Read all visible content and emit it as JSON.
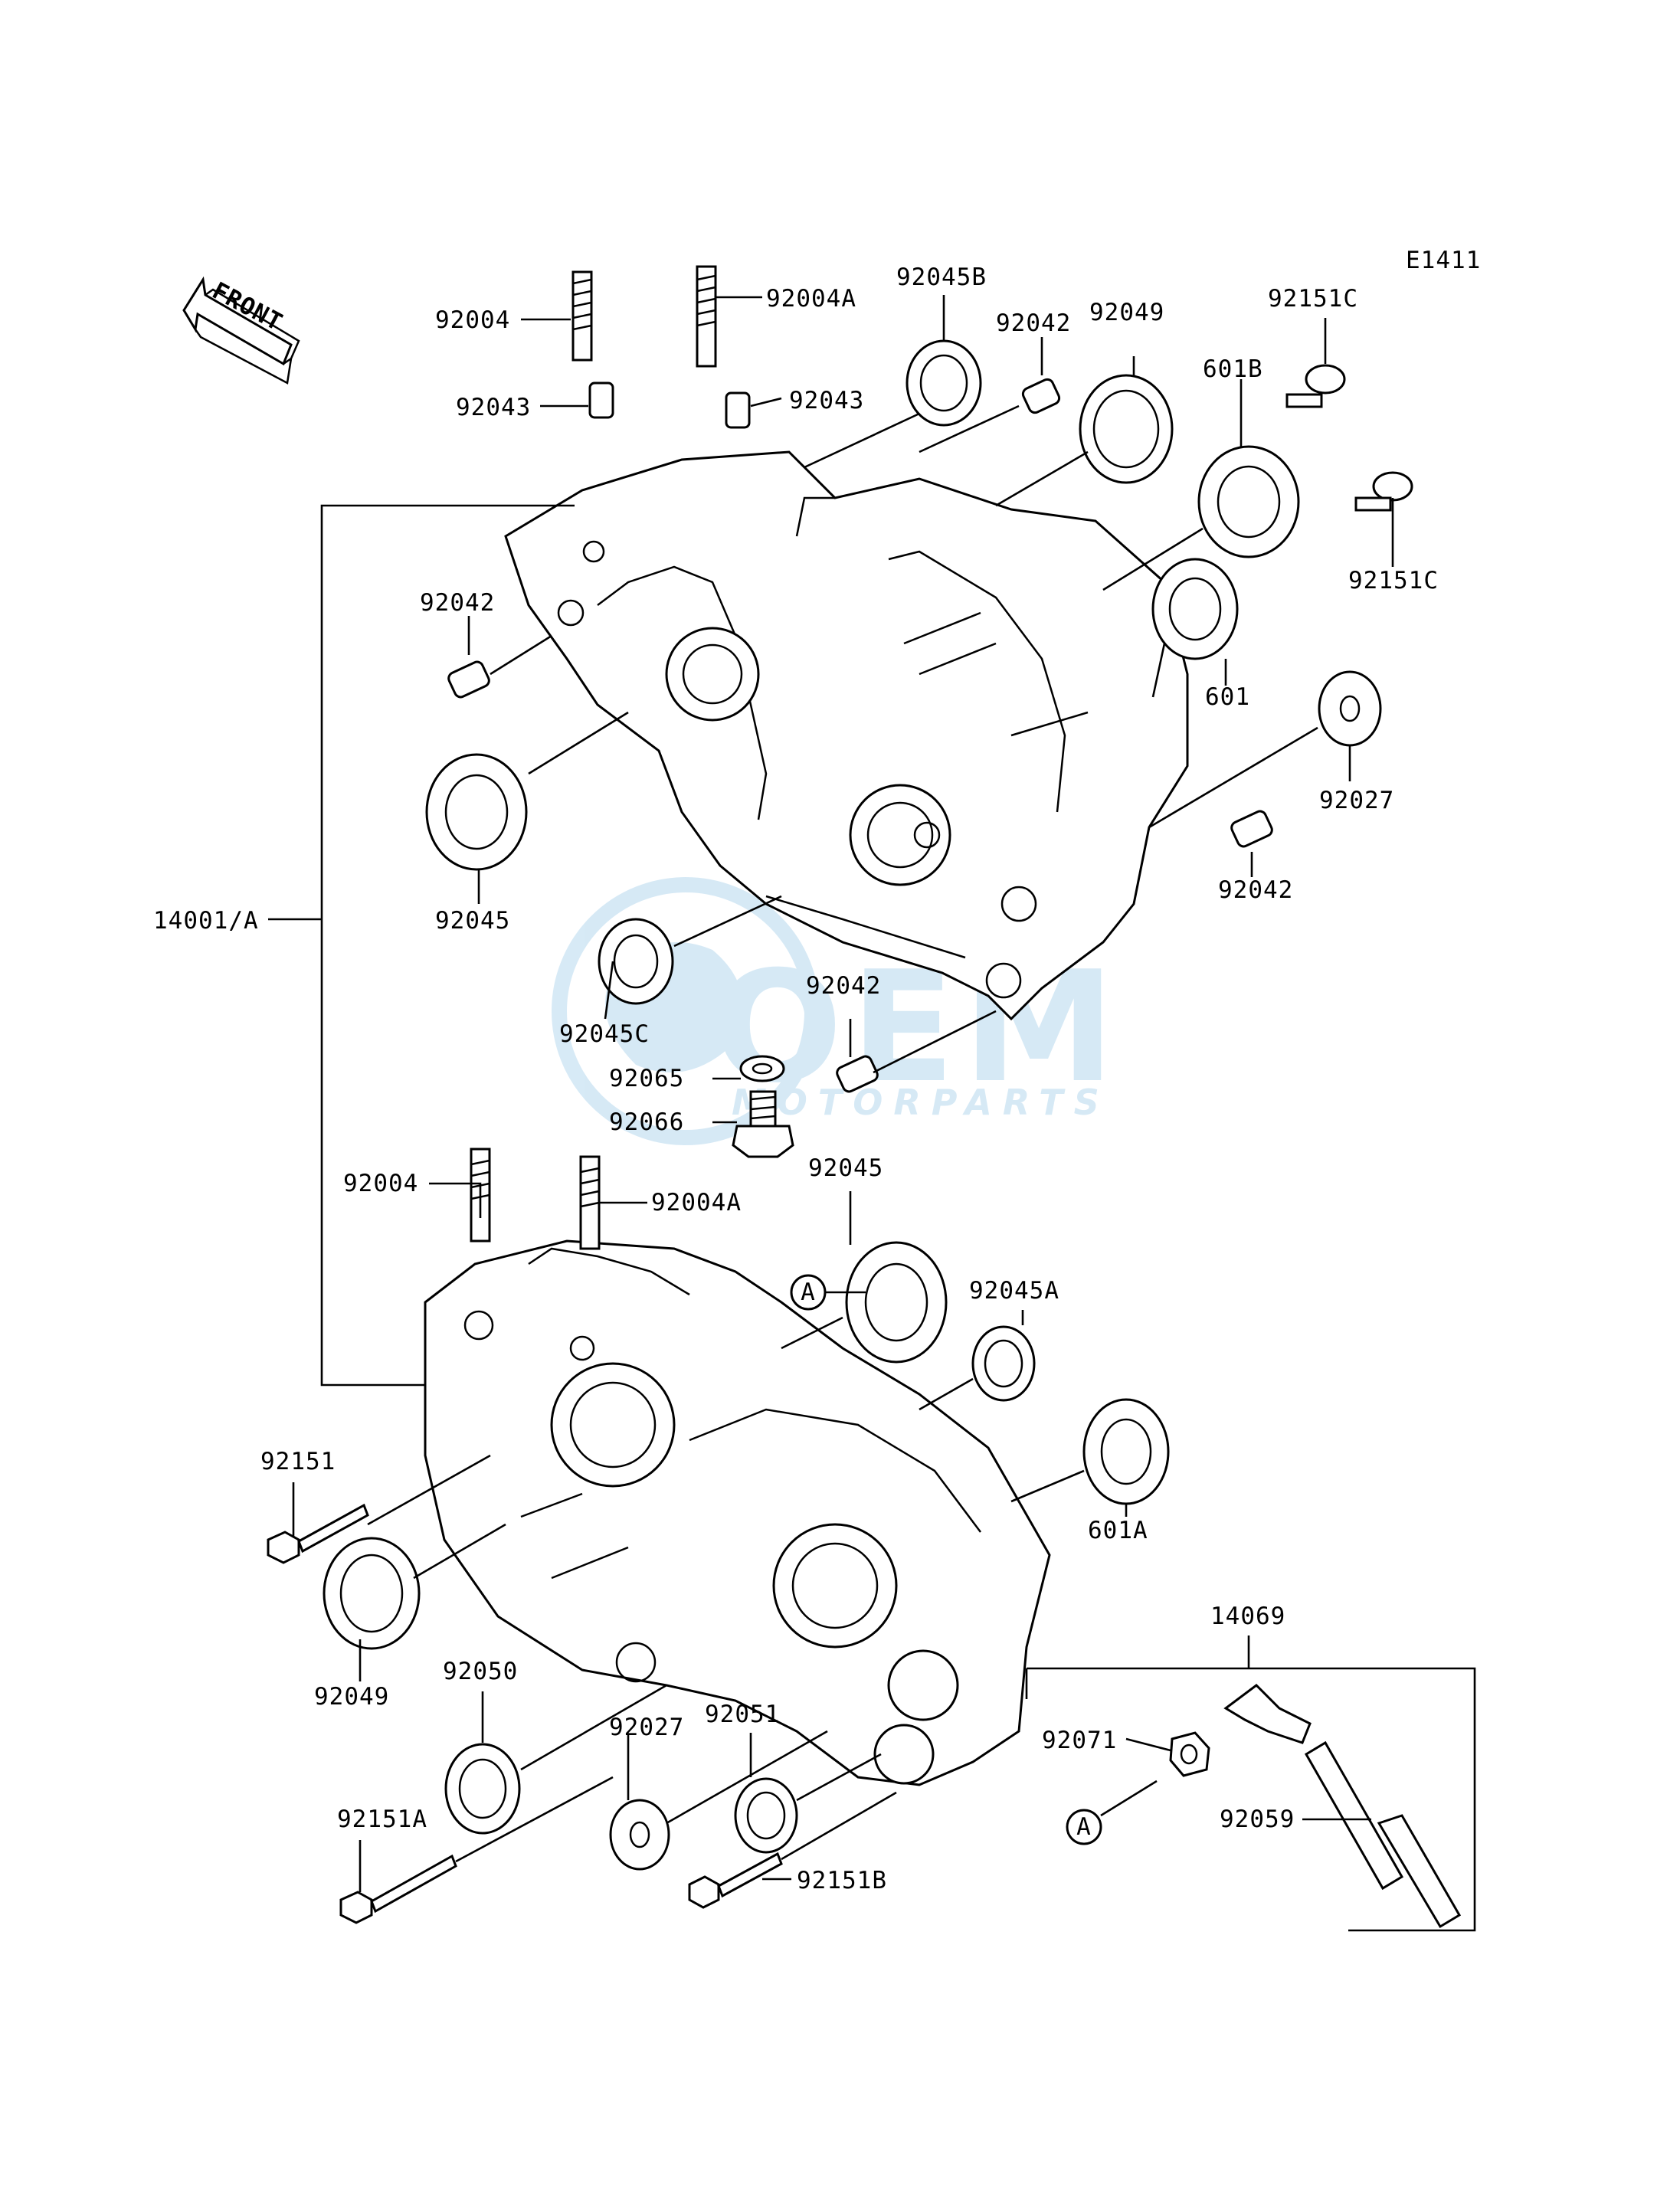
{
  "diagram_code": "E1411",
  "front_marker": "FRONT",
  "watermark": {
    "brand": "OEM",
    "sub": "MOTORPARTS",
    "color": "#4a9fd6"
  },
  "callouts": {
    "a1": "A",
    "a2": "A"
  },
  "labels": {
    "p92004_top": "92004",
    "p92004A_top": "92004A",
    "p92045B": "92045B",
    "p92042_top": "92042",
    "p92049_top": "92049",
    "p92151C_top": "92151C",
    "p92043_left": "92043",
    "p92043_right": "92043",
    "p601B": "601B",
    "p92042_left": "92042",
    "p92151C_bot": "92151C",
    "p601": "601",
    "p92027_right": "92027",
    "p92042_right": "92042",
    "p92045_left": "92045",
    "p14001A": "14001/A",
    "p92042_mid": "92042",
    "p92045C": "92045C",
    "p92065": "92065",
    "p92066": "92066",
    "p92004_low": "92004",
    "p92004A_low": "92004A",
    "p92045_low": "92045",
    "p92045A": "92045A",
    "p92151": "92151",
    "p601A": "601A",
    "p14069": "14069",
    "p92049_low": "92049",
    "p92050": "92050",
    "p92051": "92051",
    "p92027_low": "92027",
    "p92071": "92071",
    "p92151A": "92151A",
    "p92059": "92059",
    "p92151B": "92151B"
  }
}
